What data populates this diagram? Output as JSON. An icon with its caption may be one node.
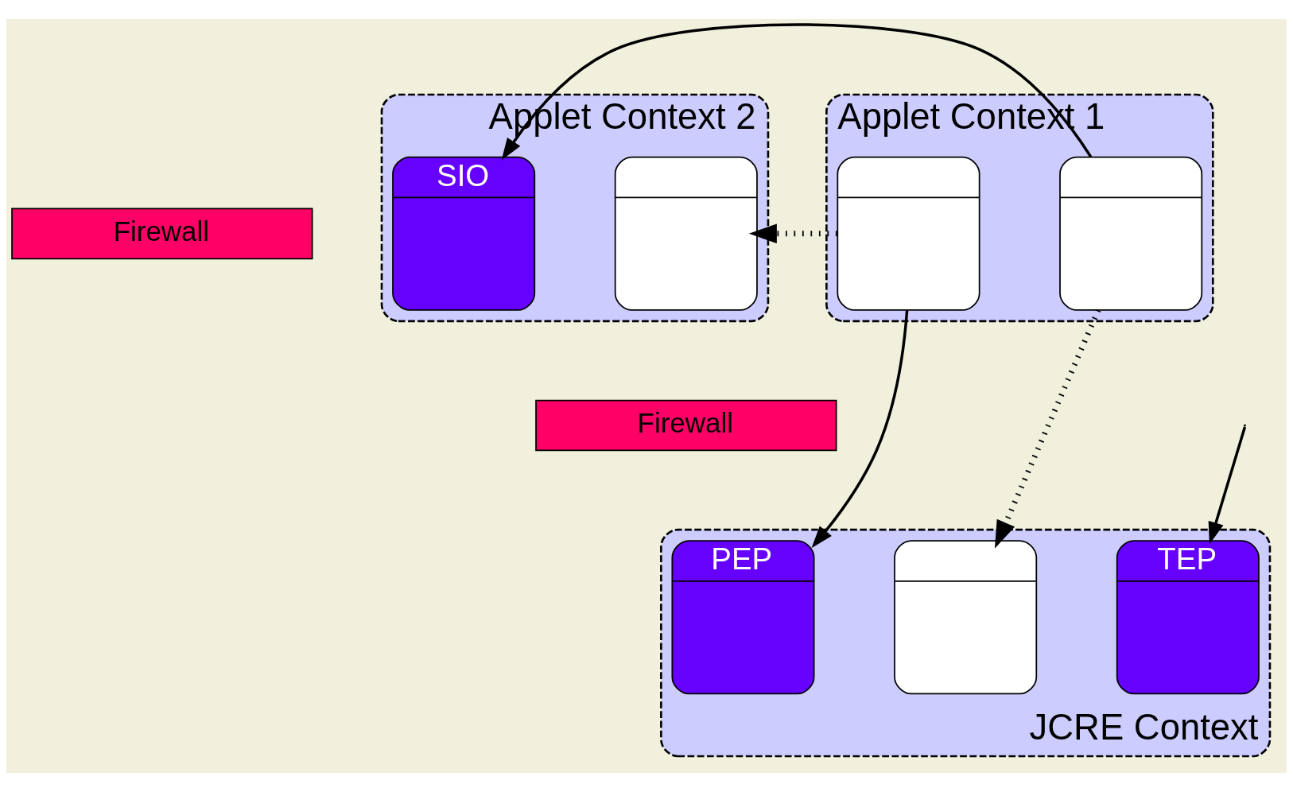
{
  "diagram": {
    "nodes": [
      {
        "text": [
          "Applet Context 1"
        ]
      },
      {
        "text": [],
        "shape": "box",
        "in": 0
      },
      {
        "text": [],
        "shape": "box",
        "in": 0
      },
      {
        "text": [
          "Firewall"
        ]
      },
      {
        "text": [
          "Applet Context 2"
        ]
      },
      {
        "text": [],
        "shape": "box",
        "in": 4
      },
      {
        "text": [
          "SIO"
        ],
        "in": 4
      },
      {
        "text": [
          "Firewall"
        ]
      },
      {
        "text": [
          "JCRE Context"
        ]
      },
      {
        "text": [
          "PEP"
        ],
        "in": 8
      },
      {
        "text": [
          "TEP"
        ],
        "in": 8
      },
      {
        "text": [],
        "shape": "box",
        "in": 8
      }
    ],
    "edges": [
      {
        "from": 1,
        "to": 5,
        "arrow": "to",
        "style": "dashed"
      },
      {
        "from": 2,
        "to": 6,
        "arrow": "to"
      },
      {
        "from": 1,
        "to": 9,
        "arrow": "to"
      },
      {
        "from": null,
        "to": 10,
        "arrow": "to"
      },
      {
        "from": 2,
        "to": 11,
        "arrow": "to",
        "style": "dashed"
      }
    ]
  }
}
